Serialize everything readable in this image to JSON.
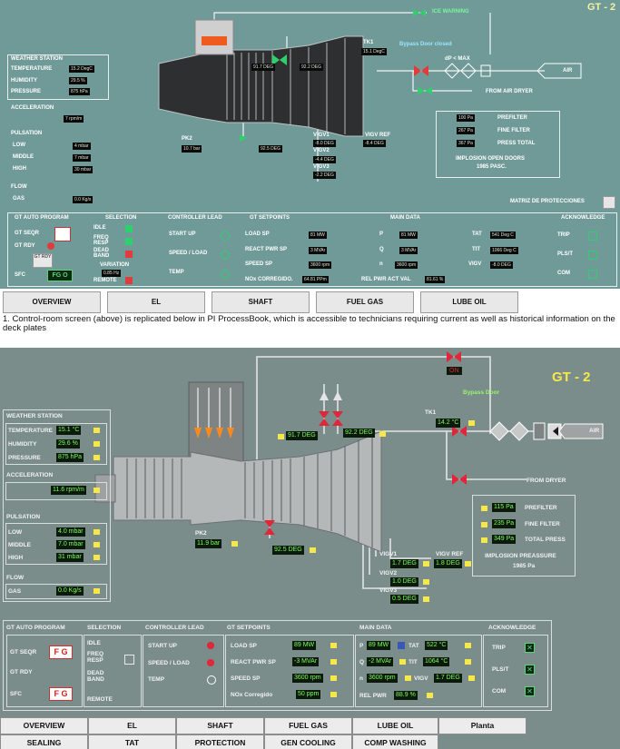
{
  "top": {
    "title": "GT - 2",
    "ice_warning": "ICE WARNING",
    "bypass": "Bypass Door closed",
    "dp_max": "dP < MAX",
    "air": "AIR",
    "from_air_dryer": "FROM AIR DRYER",
    "tk1": "TK1",
    "tk1_val": "15.1 DegC",
    "pk2": "PK2",
    "pk2_val": "10.7 bar",
    "val_917": "91.7 DEG",
    "val_922": "92.2 DEG",
    "val_925": "92.5 DEG",
    "weather_station": "WEATHER STATION",
    "temperature": "TEMPERATURE",
    "temperature_val": "15.2 DegC",
    "humidity": "HUMIDITY",
    "humidity_val": "29.5 %",
    "pressure": "PRESSURE",
    "pressure_val": "875 hPa",
    "acceleration": "ACCELERATION",
    "acceleration_val": "7 rpm/m",
    "pulsation": "PULSATION",
    "low": "LOW",
    "low_val": "4 mbar",
    "middle": "MIDDLE",
    "middle_val": "7 mbar",
    "high": "HIGH",
    "high_val": "30 mbar",
    "flow": "FLOW",
    "gas": "GAS",
    "gas_val": "0.0 Kg/s",
    "vigv1": "VIGV1",
    "vigv1_val": "-8.0 DEG",
    "vigv2": "VIGV2",
    "vigv2_val": "-4.4 DEG",
    "vigv3": "VIGV3",
    "vigv3_val": "-2.2 DEG",
    "vigv_ref": "VIGV REF",
    "vigv_ref_val": "-8.4 DEG",
    "prefilter": "PREFILTER",
    "prefilter_val": "100 Pa",
    "fine_filter": "FINE FILTER",
    "fine_filter_val": "267 Pa",
    "press_total": "PRESS TOTAL",
    "press_total_val": "367 Pa",
    "implosion": "IMPLOSION OPEN DOORS",
    "implosion_val": "1985 PASC.",
    "matriz": "MATRIZ DE PROTECCIONES",
    "panel_headers": [
      "GT AUTO PROGRAM",
      "SELECTION",
      "CONTROLLER LEAD",
      "GT SETPOINTS",
      "MAIN DATA",
      "ACKNOWLEDGE"
    ],
    "gt_seqr": "GT SEQR",
    "gt_rdy": "GT RDY",
    "gt_rdy_btn": "GT RDY",
    "sfc": "SFC",
    "fg_o": "FG O",
    "idle": "IDLE",
    "freq_resp": "FREQ RESP",
    "dead_band": "DEAD BAND",
    "variation": "VARIATION",
    "variation_val": "0.85 Hz",
    "remote": "REMOTE",
    "start_up": "START UP",
    "speed_load": "SPEED / LOAD",
    "temp": "TEMP",
    "load_sp": "LOAD SP",
    "load_sp_val": "81 MW",
    "react_pwr_sp": "REACT PWR SP",
    "react_pwr_sp_val": "3 MVAr",
    "speed_sp": "SPEED SP",
    "speed_sp_val": "3600 rpm",
    "nox": "NOx CORREGIDO.",
    "nox_val": "64.81 PPm",
    "p": "P",
    "p_val": "81 MW",
    "q": "Q",
    "q_val": "3 MVAr",
    "n": "n",
    "n_val": "3600 rpm",
    "rel_pwr": "REL PWR ACT VAL",
    "rel_pwr_val": "81.61 %",
    "tat": "TAT",
    "tat_val": "541 Deg C",
    "tit": "TIT",
    "tit_val": "1066 Deg C",
    "vigv": "VIGV",
    "vigv_val": "-8.0 DEG",
    "trip": "TRIP",
    "pls_t": "PLS/T",
    "com": "COM",
    "buttons": [
      "OVERVIEW",
      "EL",
      "SHAFT",
      "FUEL GAS",
      "LUBE OIL"
    ]
  },
  "caption": "1. Control-room screen (above) is replicated below in PI ProcessBook, which is accessible to technicians requiring current as well as historical information on the deck plates",
  "bottom": {
    "title": "GT - 2",
    "on": "ON",
    "bypass_door": "Bypass Door",
    "tk1": "TK1",
    "tk1_val": "14.2 °C",
    "air": "AIR",
    "from_dryer": "FROM DRYER",
    "val_917": "91.7 DEG",
    "val_922": "92.2 DEG",
    "val_925": "92.5 DEG",
    "pk2": "PK2",
    "pk2_val": "11.9 bar",
    "weather_station": "WEATHER STATION",
    "temperature": "TEMPERATURE",
    "temperature_val": "15.1 °C",
    "humidity": "HUMIDITY",
    "humidity_val": "29.6 %",
    "pressure": "PRESSURE",
    "pressure_val": "875 hPa",
    "acceleration": "ACCELERATION",
    "acceleration_val": "11.6 rpm/m",
    "pulsation": "PULSATION",
    "low": "LOW",
    "low_val": "4.0 mbar",
    "middle": "MIDDLE",
    "middle_val": "7.0 mbar",
    "high": "HIGH",
    "high_val": "31 mbar",
    "flow": "FLOW",
    "gas": "GAS",
    "gas_val": "0.0 Kg/s",
    "vigv1": "VIGV1",
    "vigv1_val": "1.7 DEG",
    "vigv2": "VIGV2",
    "vigv2_val": "1.0 DEG",
    "vigv3": "VIGV3",
    "vigv3_val": "0.5 DEG",
    "vigv_ref": "VIGV REF",
    "vigv_ref_val": "1.8 DEG",
    "prefilter": "PREFILTER",
    "prefilter_val": "115 Pa",
    "fine_filter": "FINE FILTER",
    "fine_filter_val": "235 Pa",
    "total_press": "TOTAL PRESS",
    "total_press_val": "349 Pa",
    "implosion": "IMPLOSION PREASSURE",
    "implosion_val": "1985 Pa",
    "panel_headers": [
      "GT AUTO PROGRAM",
      "SELECTION",
      "CONTROLLER LEAD",
      "GT SETPOINTS",
      "MAIN DATA",
      "ACKNOWLEDGE"
    ],
    "gt_seqr": "GT SEQR",
    "gt_rdy": "GT RDY",
    "sfc": "SFC",
    "fg": "F G",
    "idle": "IDLE",
    "freq_resp": "FREQ RESP",
    "dead_band": "DEAD BAND",
    "remote": "REMOTE",
    "start_up": "START UP",
    "speed_load": "SPEED / LOAD",
    "temp": "TEMP",
    "load_sp": "LOAD SP",
    "load_sp_val": "89 MW",
    "react_pwr_sp": "REACT PWR SP",
    "react_pwr_sp_val": "-3 MVAr",
    "speed_sp": "SPEED SP",
    "speed_sp_val": "3600 rpm",
    "nox": "NOx Corregido",
    "nox_val": "50 ppm",
    "p": "P",
    "p_val": "89 MW",
    "q": "Q",
    "q_val": "-2 MVAr",
    "n": "n",
    "n_val": "3600 rpm",
    "rel_pwr": "REL PWR",
    "rel_pwr_val": "88.9 %",
    "tat": "TAT",
    "tat_val": "522 °C",
    "tit": "TIT",
    "tit_val": "1064 °C",
    "vigv": "VIGV",
    "vigv_val": "1.7 DEG",
    "trip": "TRIP",
    "pls_t": "PLS/T",
    "com": "COM",
    "check": "✕",
    "buttons_row1": [
      "OVERVIEW",
      "EL",
      "SHAFT",
      "FUEL GAS",
      "LUBE OIL",
      "Planta"
    ],
    "buttons_row2": [
      "SEALING",
      "TAT",
      "PROTECTION",
      "GEN COOLING",
      "COMP WASHING"
    ]
  }
}
